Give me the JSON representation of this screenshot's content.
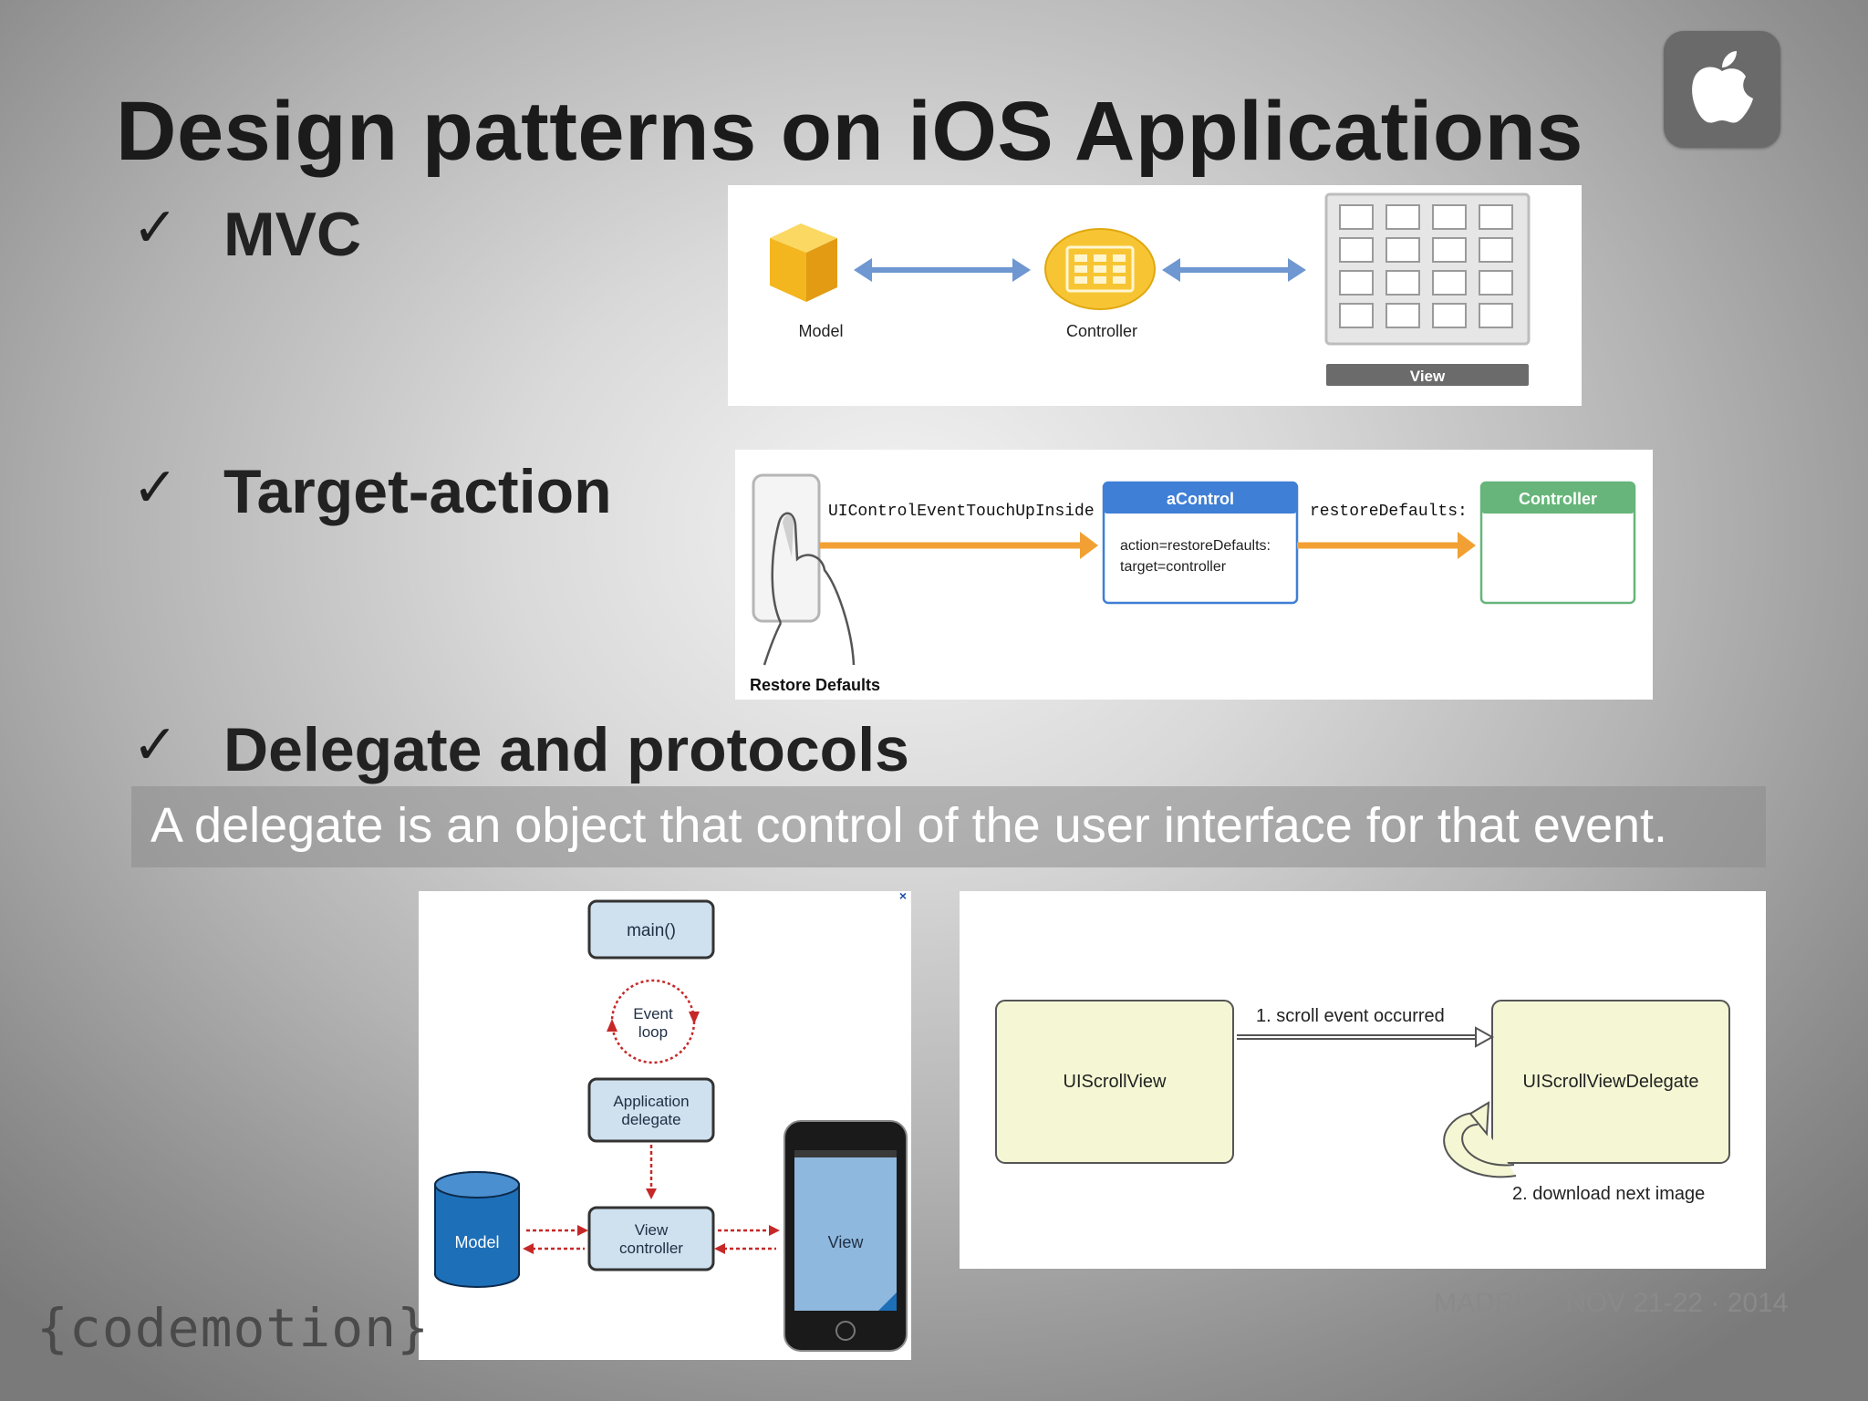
{
  "slide": {
    "title": "Design patterns on iOS Applications",
    "check_glyph": "✓",
    "bullets": [
      {
        "label": "MVC"
      },
      {
        "label": "Target-action"
      },
      {
        "label": "Delegate and protocols"
      }
    ],
    "delegate_definition": "A delegate is an object that control of the user interface for that event.",
    "footer_logo": "{codemotion}",
    "footer_event": "MADRID · NOV 21-22 · 2014",
    "badge_icon": "apple-logo-icon"
  },
  "mvc_diagram": {
    "model_label": "Model",
    "controller_label": "Controller",
    "view_label": "View",
    "colors": {
      "cube": "#f7c534",
      "arrow": "#6f97d1",
      "view_bar": "#6b6b6b"
    }
  },
  "target_action_diagram": {
    "event_label": "UIControlEventTouchUpInside",
    "control_title": "aControl",
    "control_action": "action=restoreDefaults:",
    "control_target": "target=controller",
    "message_label": "restoreDefaults:",
    "controller_title": "Controller",
    "button_caption": "Restore Defaults",
    "colors": {
      "control_header": "#3f7fd6",
      "controller_header": "#67b57a",
      "arrow": "#f2a033"
    }
  },
  "app_flow_diagram": {
    "main_label": "main()",
    "event_loop_line1": "Event",
    "event_loop_line2": "loop",
    "app_delegate_line1": "Application",
    "app_delegate_line2": "delegate",
    "view_controller_line1": "View",
    "view_controller_line2": "controller",
    "model_label": "Model",
    "view_label": "View",
    "close_glyph": "×",
    "colors": {
      "box": "#cfe1ef",
      "model": "#1d6fb8",
      "arrow": "#c62828"
    }
  },
  "scroll_delegate_diagram": {
    "scrollview_label": "UIScrollView",
    "delegate_label": "UIScrollViewDelegate",
    "step1_label": "1. scroll event occurred",
    "step2_label": "2. download next image",
    "colors": {
      "box": "#f5f7d4"
    }
  }
}
